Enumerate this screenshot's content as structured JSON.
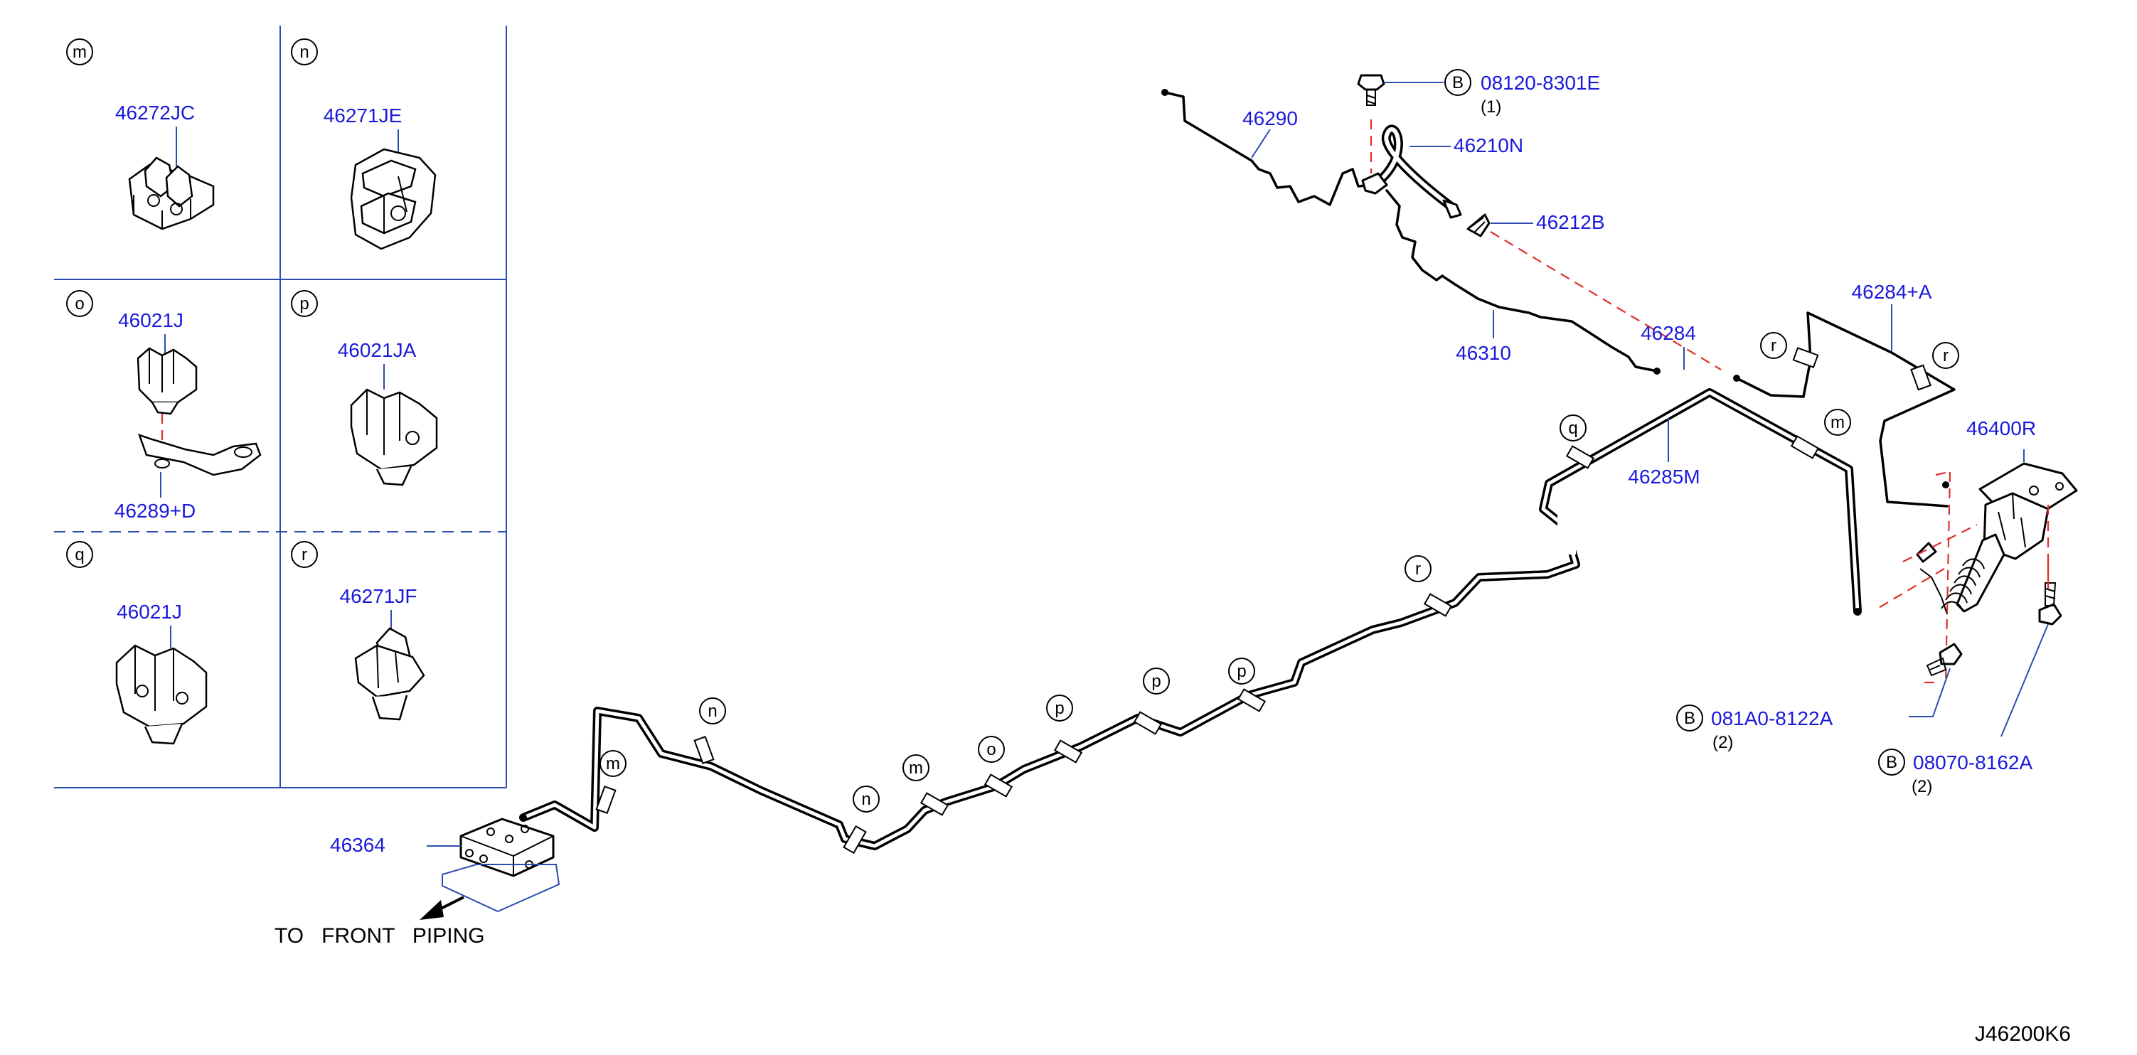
{
  "inset": {
    "panels": [
      {
        "letter": "m",
        "part": "46272JC"
      },
      {
        "letter": "n",
        "part": "46271JE"
      },
      {
        "letter": "o",
        "part": "46021J",
        "part2": "46289+D"
      },
      {
        "letter": "p",
        "part": "46021JA"
      },
      {
        "letter": "q",
        "part": "46021J"
      },
      {
        "letter": "r",
        "part": "46271JF"
      }
    ]
  },
  "parts": {
    "p46290": "46290",
    "p46210N": "46210N",
    "p46212B": "46212B",
    "p46310": "46310",
    "p46284": "46284",
    "p46284A": "46284+A",
    "p46285M": "46285M",
    "p46400R": "46400R",
    "p46364": "46364"
  },
  "bolts": [
    {
      "marker": "B",
      "part": "08120-8301E",
      "qty": "(1)"
    },
    {
      "marker": "B",
      "part": "081A0-8122A",
      "qty": "(2)"
    },
    {
      "marker": "B",
      "part": "08070-8162A",
      "qty": "(2)"
    }
  ],
  "clip_markers": {
    "left": [
      "m",
      "n",
      "n",
      "m",
      "o",
      "p",
      "p",
      "p",
      "r",
      "q",
      "m",
      "r",
      "r"
    ]
  },
  "direction_label": "TO   FRONT   PIPING",
  "diagram_code": "J46200K6",
  "colors": {
    "part_number": "#1a1adc",
    "leader": "#2b4db0",
    "phantom": "#e0302a"
  }
}
